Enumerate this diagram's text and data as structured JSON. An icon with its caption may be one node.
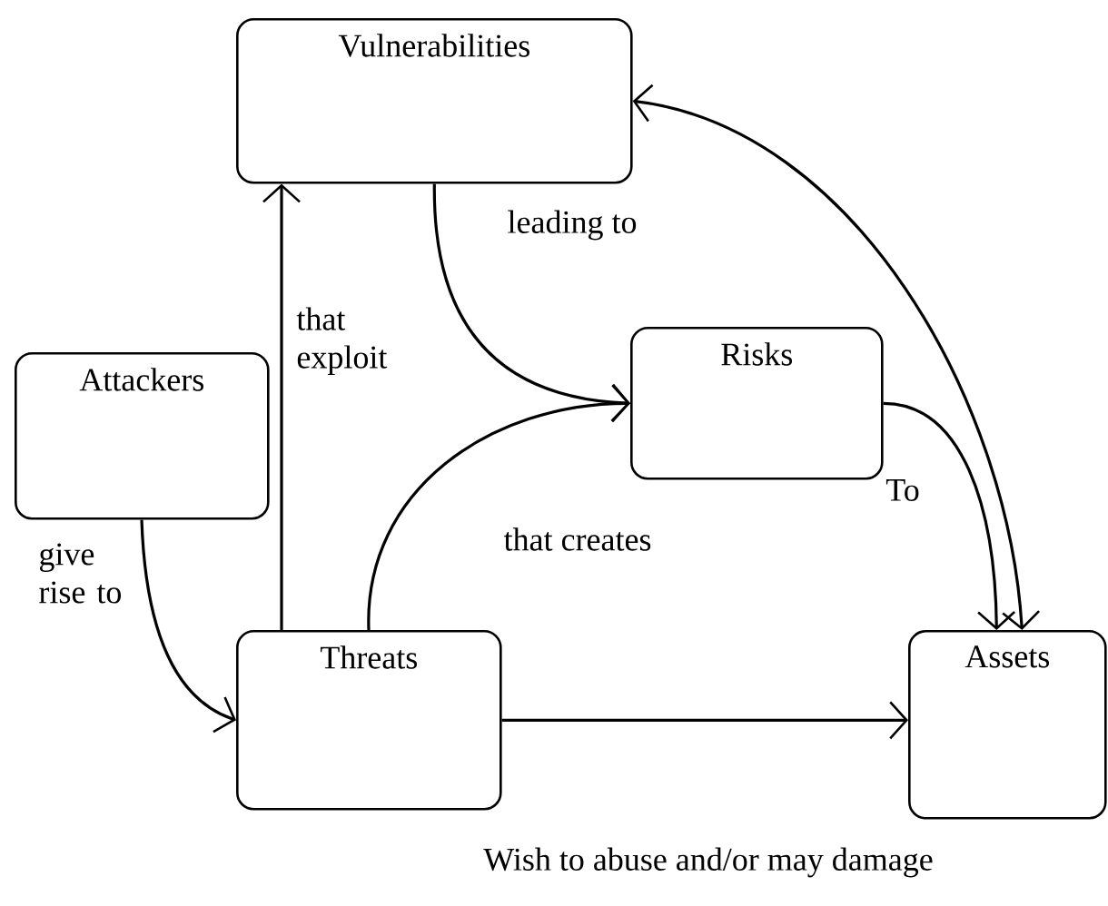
{
  "diagram": {
    "nodes": [
      {
        "text": [
          "Vulnerabilities"
        ]
      },
      {
        "text": [
          "Attackers"
        ]
      },
      {
        "text": [
          "Risks"
        ]
      },
      {
        "text": [
          "Threats"
        ]
      },
      {
        "text": [
          "Assets"
        ]
      }
    ],
    "edges": [
      {
        "from": 1,
        "to": 3,
        "arrow": "to",
        "label": "give rise to"
      },
      {
        "from": 3,
        "to": 0,
        "arrow": "to",
        "label": "that exploit"
      },
      {
        "from": 0,
        "to": 2,
        "arrow": "to",
        "label": "leading to"
      },
      {
        "from": 3,
        "to": 2,
        "arrow": "to",
        "label": "that creates"
      },
      {
        "from": 2,
        "to": 4,
        "arrow": "to",
        "label": "To"
      },
      {
        "from": 4,
        "to": 0,
        "arrow": "both"
      },
      {
        "from": 3,
        "to": 4,
        "arrow": "to",
        "label": "Wish to abuse and/or may damage"
      }
    ]
  }
}
